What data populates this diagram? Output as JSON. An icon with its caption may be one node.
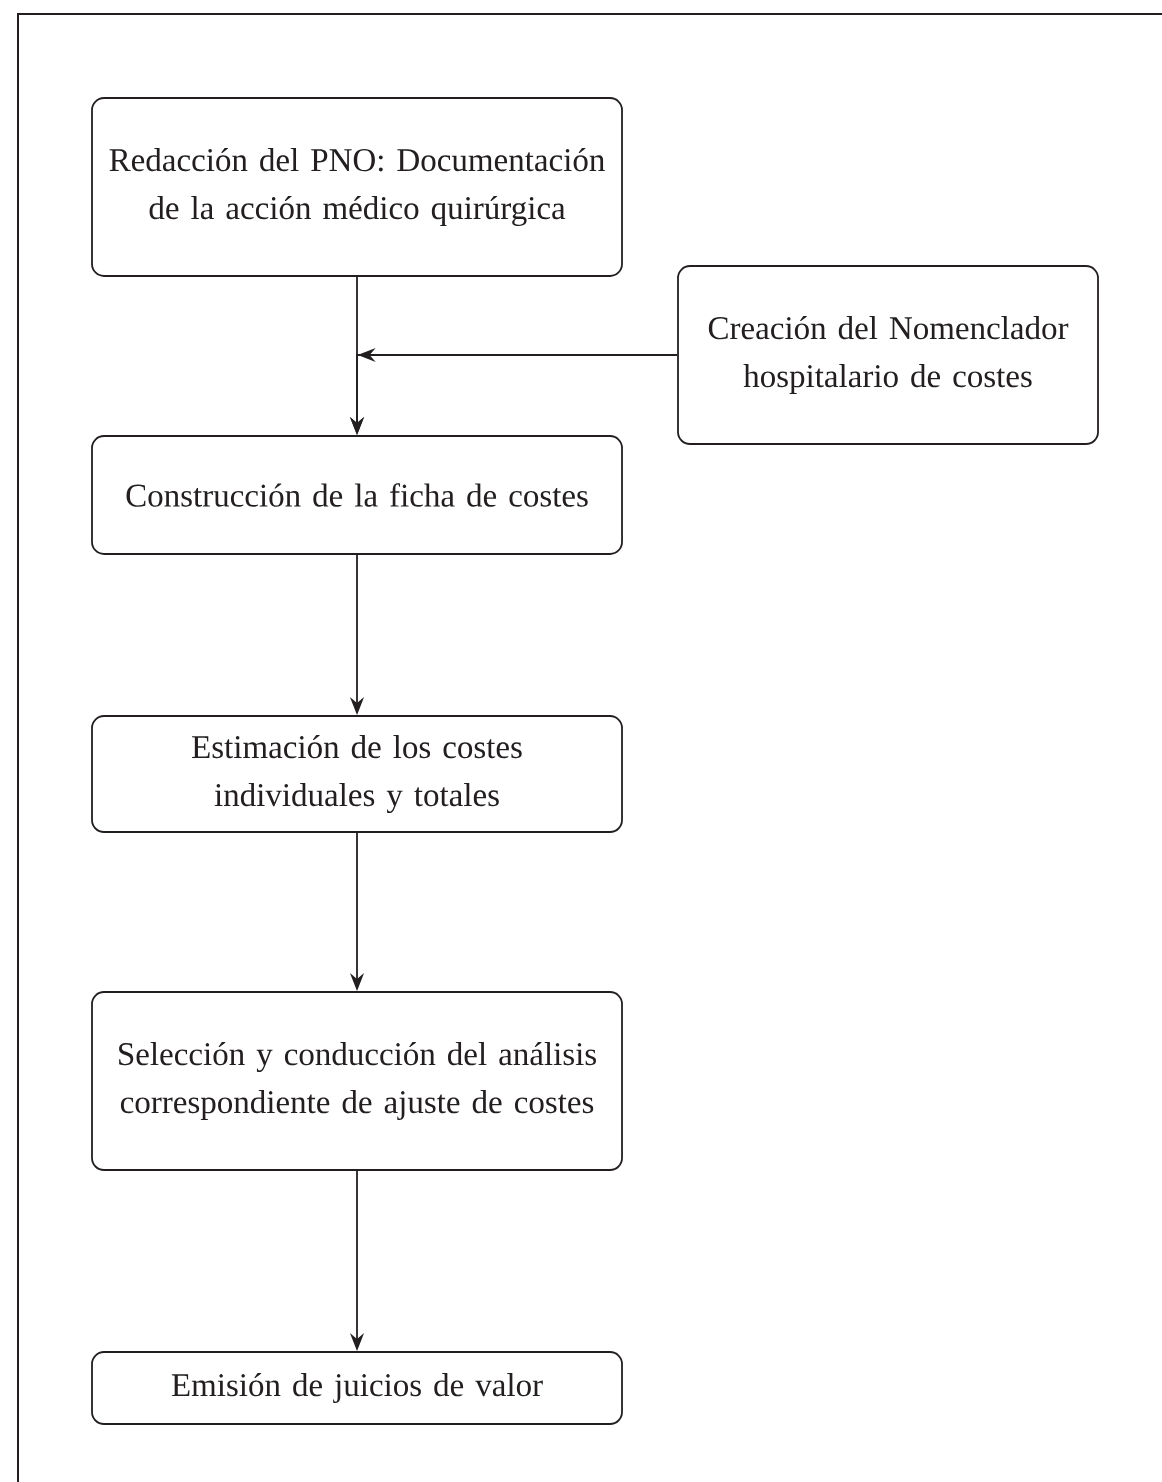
{
  "diagram": {
    "nodes": [
      {
        "text": [
          "Redacción del PNO: Documentación de la acción médico quirúrgica"
        ]
      },
      {
        "text": [
          "Construcción de la ficha de costes"
        ]
      },
      {
        "text": [
          "Estimación de los costes individuales y totales"
        ]
      },
      {
        "text": [
          "Selección y conducción del análisis correspondiente de ajuste de costes"
        ]
      },
      {
        "text": [
          "Emisión de juicios de valor"
        ]
      },
      {
        "text": [
          "Creación del Nomenclador hospitalario de costes"
        ]
      }
    ],
    "edges": [
      {
        "from": 0,
        "to": 1,
        "arrow": "to"
      },
      {
        "from": 5,
        "to": 1,
        "arrow": "to"
      },
      {
        "from": 1,
        "to": 2,
        "arrow": "to"
      },
      {
        "from": 2,
        "to": 3,
        "arrow": "to"
      },
      {
        "from": 3,
        "to": 4,
        "arrow": "to"
      }
    ]
  }
}
